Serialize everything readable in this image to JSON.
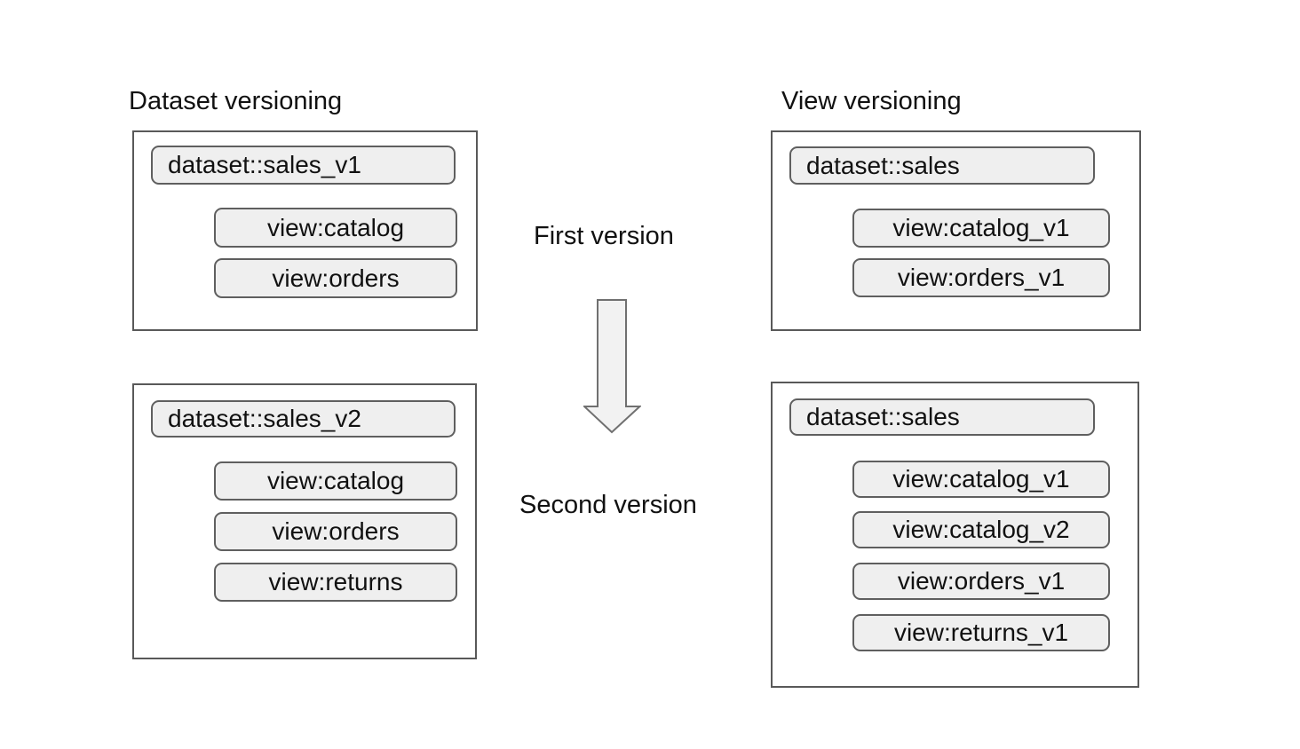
{
  "headings": {
    "left": "Dataset versioning",
    "right": "View versioning"
  },
  "center": {
    "first_label": "First version",
    "second_label": "Second version",
    "arrow_icon": "down-block-arrow"
  },
  "panels": {
    "dataset_v1": {
      "dataset": "dataset::sales_v1",
      "views": [
        "view:catalog",
        "view:orders"
      ]
    },
    "dataset_v2": {
      "dataset": "dataset::sales_v2",
      "views": [
        "view:catalog",
        "view:orders",
        "view:returns"
      ]
    },
    "view_v1": {
      "dataset": "dataset::sales",
      "views": [
        "view:catalog_v1",
        "view:orders_v1"
      ]
    },
    "view_v2": {
      "dataset": "dataset::sales",
      "views": [
        "view:catalog_v1",
        "view:catalog_v2",
        "view:orders_v1",
        "view:returns_v1"
      ]
    }
  },
  "colors": {
    "background": "#ffffff",
    "panel_border": "#595959",
    "pill_fill": "#efefef",
    "pill_border": "#5f5f5f",
    "arrow_fill": "#f2f2f2",
    "arrow_stroke": "#707070",
    "text": "#111111"
  }
}
